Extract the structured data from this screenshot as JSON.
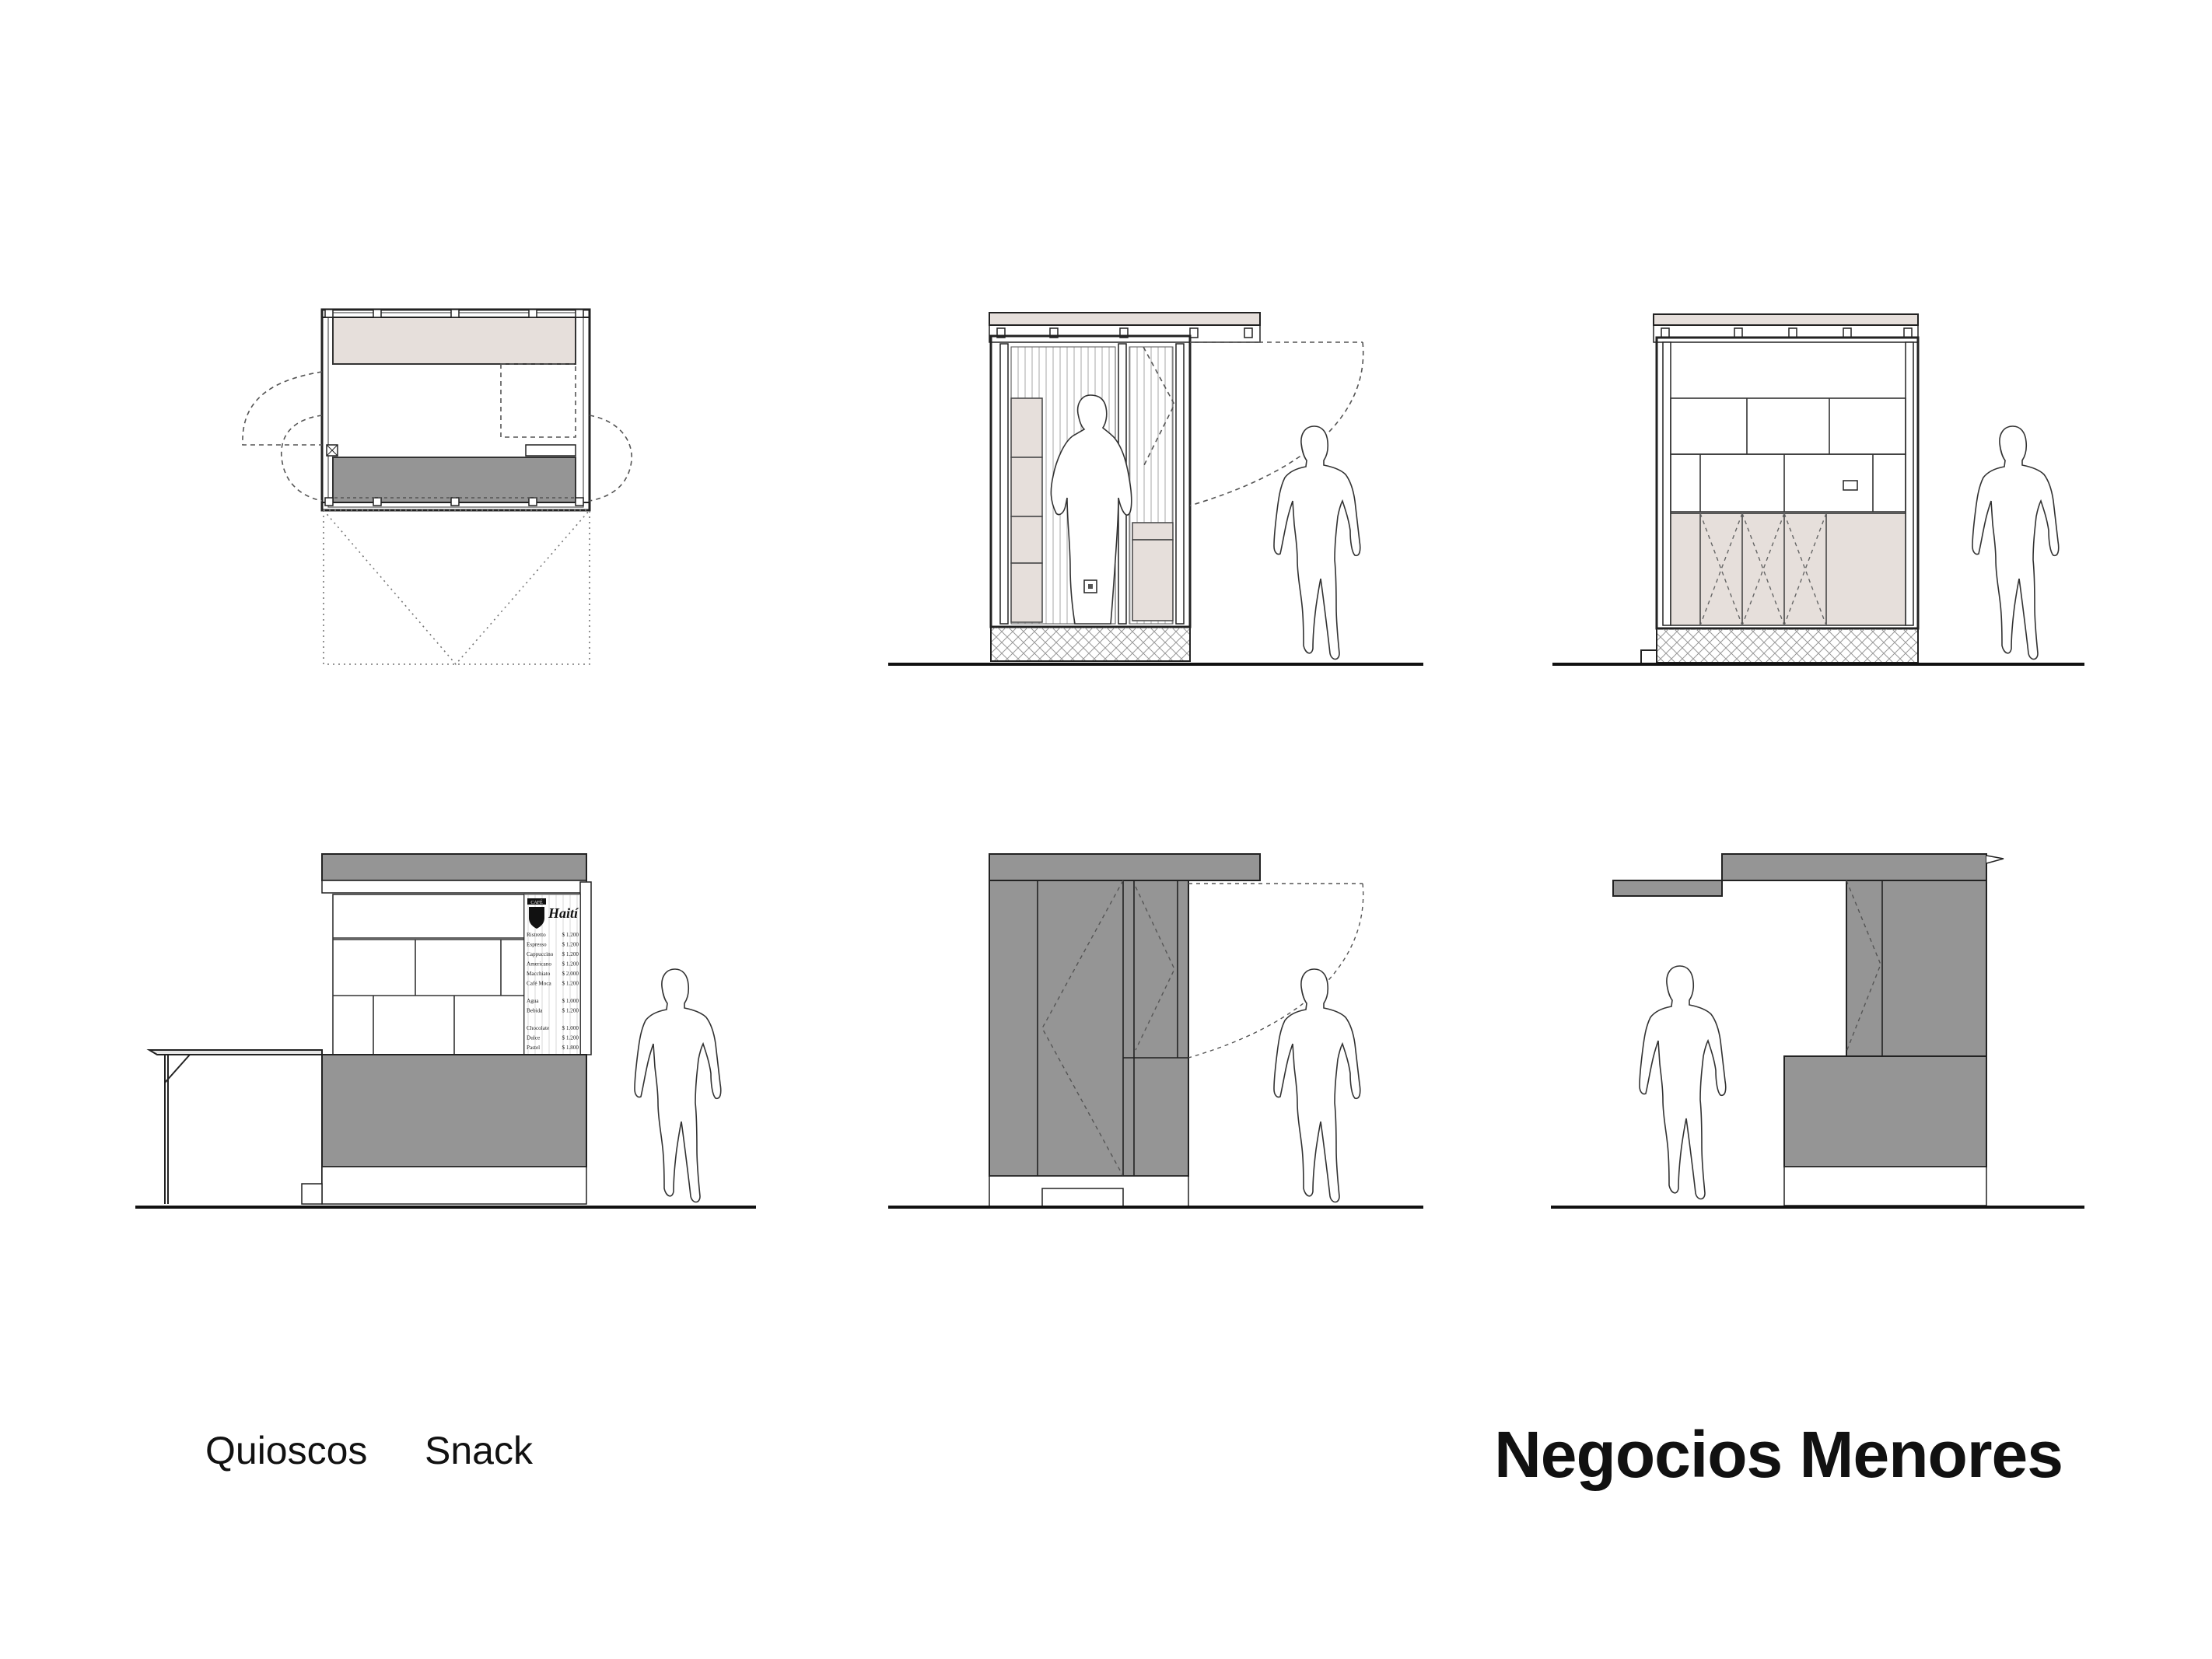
{
  "captions": {
    "category_1": "Quioscos",
    "category_2": "Snack",
    "title": "Negocios Menores"
  },
  "menu_board": {
    "brand": "Haití",
    "crest_label": "CAFÉ",
    "items": [
      {
        "name": "Ristretto",
        "price": "$ 1.200"
      },
      {
        "name": "Espresso",
        "price": "$ 1.200"
      },
      {
        "name": "Cappuccino",
        "price": "$ 1.200"
      },
      {
        "name": "Americano",
        "price": "$ 1.200"
      },
      {
        "name": "Macchiato",
        "price": "$ 2.000"
      },
      {
        "name": "Café Moca",
        "price": "$ 1.200"
      },
      {
        "name": "Agua",
        "price": "$ 1.000"
      },
      {
        "name": "Bebida",
        "price": "$ 1.200"
      },
      {
        "name": "Chocolate",
        "price": "$ 1.000"
      },
      {
        "name": "Dulce",
        "price": "$ 1.200"
      },
      {
        "name": "Pastel",
        "price": "$ 1.800"
      }
    ]
  },
  "colors": {
    "dark_panel": "#959595",
    "light_panel": "#e6dfdb",
    "line": "#1a1a1a",
    "background": "#ffffff"
  }
}
